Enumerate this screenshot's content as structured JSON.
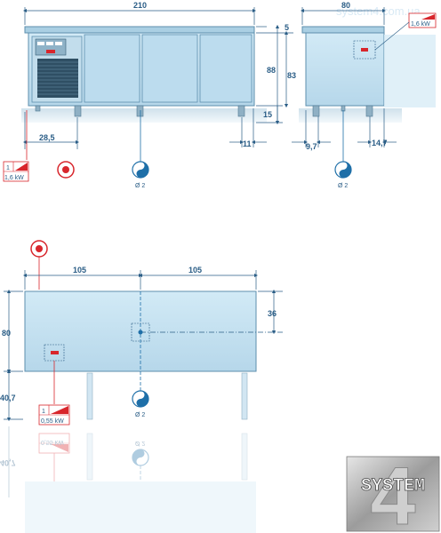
{
  "watermark": "system4.com.ua",
  "front_view": {
    "width_dim": "210",
    "height_total": "88",
    "height_body": "83",
    "top_offset": "5",
    "leg_height": "15",
    "left_offset": "28,5",
    "right_offset": "11",
    "electric_phase": "1",
    "electric_power": "1,6 kW",
    "water_diam": "Ø 2"
  },
  "side_view": {
    "depth_dim": "80",
    "top_offset": "5",
    "height_body": "83",
    "left_leg_offset": "9,7",
    "right_leg_offset": "14,7",
    "electric_power": "1,6 kW",
    "water_diam": "Ø 2"
  },
  "top_view": {
    "left_half": "105",
    "right_half": "105",
    "depth": "80",
    "drain_offset": "36",
    "front_clearance": "40,7",
    "electric_phase": "1",
    "electric_power": "0,55 kW",
    "water_diam": "Ø 2"
  },
  "reflection": {
    "power": "0,55 kW",
    "diam": "Ø 2",
    "clearance": "40,7"
  },
  "logo": {
    "text": "SYSTEM",
    "digit": "4"
  },
  "colors": {
    "dim_line": "#2a5d86",
    "body_fill": "#c6e2f1",
    "body_stroke": "#5d8fae",
    "electric_red": "#d8262c",
    "water_blue": "#1e6fa8"
  }
}
